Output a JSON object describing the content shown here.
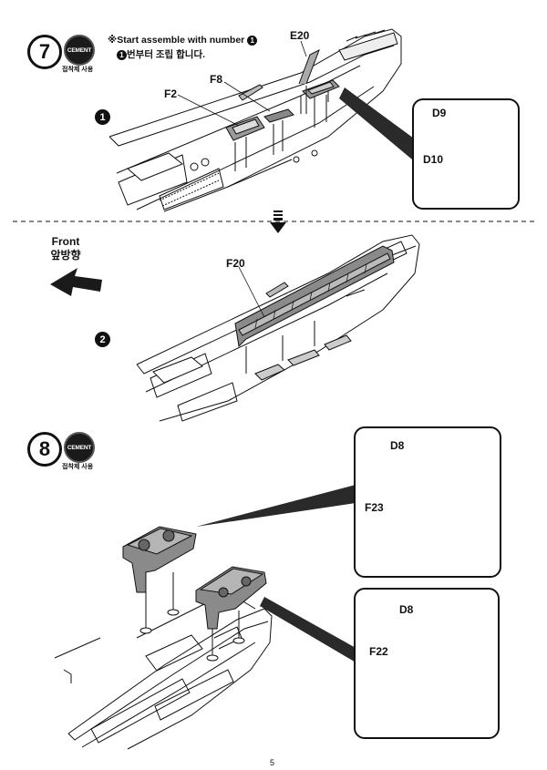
{
  "step7": {
    "number": "7",
    "cement_label": "CEMENT",
    "cement_sub": "접착제 사용",
    "note_prefix": "※",
    "note_line1": "Start assemble with number",
    "note_line1_num": "1",
    "note_line2_num": "1",
    "note_line2": "번부터 조립 합니다.",
    "substep1": "1",
    "substep2": "2",
    "labels": {
      "e20": "E20",
      "f8": "F8",
      "f2": "F2",
      "d9": "D9",
      "d10": "D10",
      "f20": "F20"
    },
    "front_en": "Front",
    "front_kr": "앞방향"
  },
  "step8": {
    "number": "8",
    "cement_label": "CEMENT",
    "cement_sub": "접착제 사용",
    "labels": {
      "d8_top": "D8",
      "f23": "F23",
      "d8_bottom": "D8",
      "f22": "F22"
    }
  },
  "page_number": "5",
  "colors": {
    "ink": "#111111",
    "part_gray": "#8a8a8a",
    "part_dark": "#555555",
    "wedge": "#2a2a2a"
  }
}
